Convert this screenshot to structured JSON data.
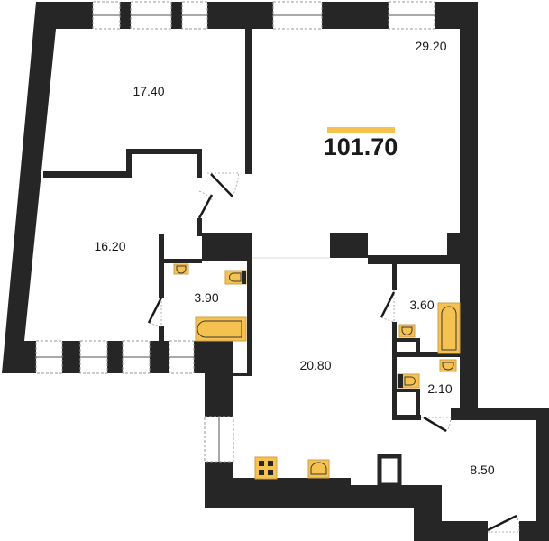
{
  "plan": {
    "total_area": "101.70",
    "accent_color": "#f6c24f",
    "wall_color": "#262626",
    "rooms": [
      {
        "label": "17.40"
      },
      {
        "label": "29.20"
      },
      {
        "label": "16.20"
      },
      {
        "label": "3.90"
      },
      {
        "label": "20.80"
      },
      {
        "label": "3.60"
      },
      {
        "label": "2.10"
      },
      {
        "label": "8.50"
      }
    ]
  }
}
